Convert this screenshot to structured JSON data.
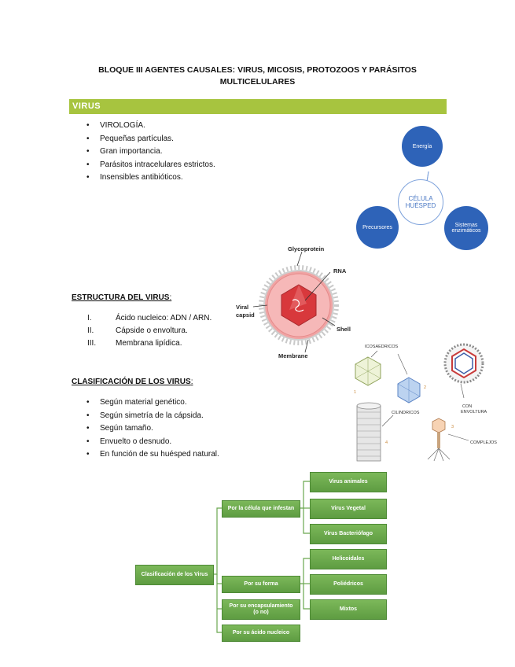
{
  "title_line1": "BLOQUE III AGENTES CAUSALES: VIRUS, MICOSIS, PROTOZOOS Y PARÁSITOS",
  "title_line2": "MULTICELULARES",
  "section_label": "VIRUS",
  "intro_bullets": [
    "VIROLOGÍA.",
    "Pequeñas partículas.",
    "Gran importancia.",
    "Parásitos intracelulares estrictos.",
    "Insensibles antibióticos."
  ],
  "cell_diagram": {
    "center": "CÉLULA HUÉSPED",
    "top": "Energía",
    "left": "Precursores",
    "right": "Sistemas enzimáticos"
  },
  "estructura": {
    "heading": "ESTRUCTURA DEL VIRUS",
    "numerals": [
      "I.",
      "II.",
      "III."
    ],
    "items": [
      "Ácido nucleico: ADN / ARN.",
      "Cápside o envoltura.",
      "Membrana lipídica."
    ]
  },
  "virus_figure": {
    "glycoprotein": "Glycoprotein",
    "rna": "RNA",
    "viral": "Viral",
    "capsid": "capsid",
    "shell": "Shell",
    "membrane": "Membrane"
  },
  "shapes_figure": {
    "icosaedricos": "ICOSAEDRICOS",
    "cilindricos": "CILINDRICOS",
    "con": "CON",
    "envoltura": "ENVOLTURA",
    "complejos": "COMPLEJOS",
    "n1": "1",
    "n2": "2",
    "n3": "3",
    "n4": "4"
  },
  "clasificacion": {
    "heading": "CLASIFICACIÓN DE LOS VIRUS",
    "bullets": [
      "Según material genético.",
      "Según simetría de la cápsida.",
      "Según tamaño.",
      "Envuelto o desnudo.",
      "En función de su huésped natural."
    ]
  },
  "tree": {
    "root": "Clasificación de los Virus",
    "branch1": "Por la célula que infestan",
    "branch2": "Por su forma",
    "branch3a": "Por su encapsulamiento",
    "branch3b": "(o no)",
    "branch4": "Por su ácido nucleico",
    "leaves1": [
      "Virus animales",
      "Virus Vegetal",
      "Virus Bacteriófago"
    ],
    "leaves2": [
      "Helicoidales",
      "Poliédricos",
      "Mixtos"
    ]
  },
  "colors": {
    "accent_bar": "#a7c43f",
    "circle_blue": "#2e63b8",
    "tree_green": "#6aa84f"
  }
}
